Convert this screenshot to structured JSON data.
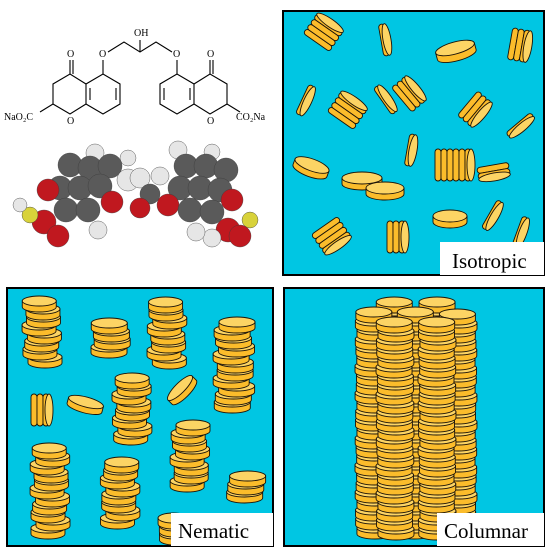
{
  "molecule": {
    "labels": {
      "hydroxyl": "OH",
      "ether_left": "O",
      "ether_right": "O",
      "keto_left": "O",
      "keto_right": "O",
      "ring_o_left": "O",
      "ring_o_right": "O",
      "carboxylate_left": "NaO₂C",
      "carboxylate_right": "CO₂Na"
    },
    "colors": {
      "carbon": "#5a5a5a",
      "oxygen": "#c0181f",
      "hydrogen": "#e6e6e6",
      "sodium": "#d8d23a"
    }
  },
  "panels": [
    {
      "id": "isotropic",
      "label": "Isotropic"
    },
    {
      "id": "nematic",
      "label": "Nematic"
    },
    {
      "id": "columnar",
      "label": "Columnar"
    }
  ],
  "colors": {
    "panel_background": "#00c6e3",
    "panel_border": "#000000",
    "coin_fill": "#fbbc2b",
    "coin_top": "#fcd464",
    "coin_stroke": "#1a1208"
  }
}
